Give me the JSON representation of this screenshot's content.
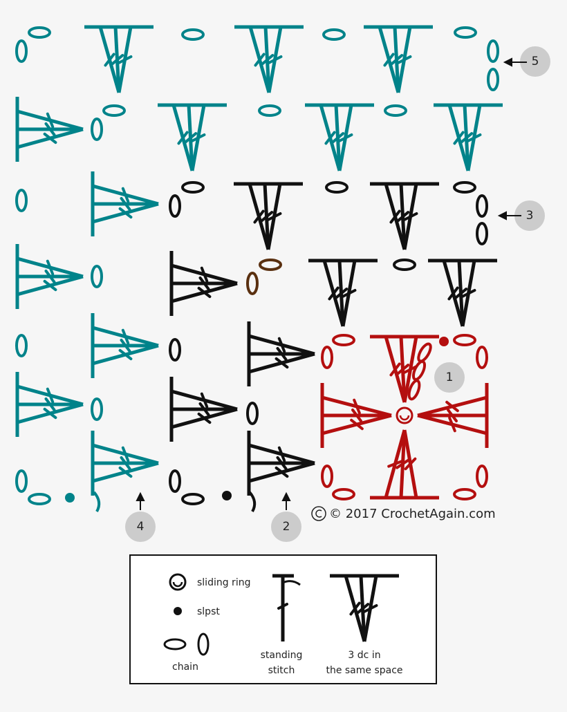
{
  "colors": {
    "round1": "#b40f0f",
    "round2": "#111111",
    "round3": "#111111",
    "round4": "#00838a",
    "round5": "#00838a",
    "transition": "#5a3010"
  },
  "round_labels": [
    "1",
    "2",
    "3",
    "4",
    "5"
  ],
  "credit": "© 2017 CrochetAgain.com",
  "legend": {
    "sliding_ring": "sliding ring",
    "slpst": "slpst",
    "chain": "chain",
    "standing_line1": "standing",
    "standing_line2": "stitch",
    "dc3_line1": "3 dc in",
    "dc3_line2": "the same space"
  },
  "icons": [
    "sliding-ring-icon",
    "slip-stitch-icon",
    "chain-icon",
    "standing-stitch-icon",
    "three-dc-icon",
    "arrow-icon"
  ]
}
